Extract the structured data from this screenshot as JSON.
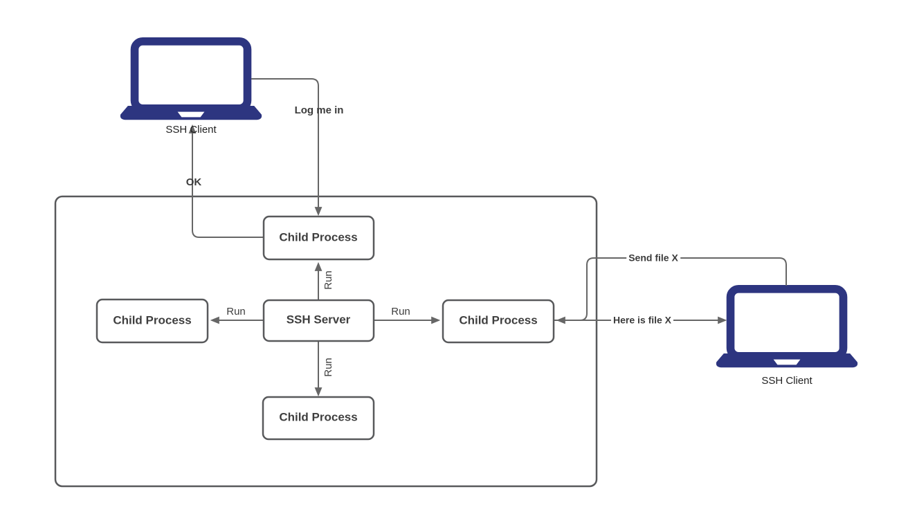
{
  "diagram": {
    "colors": {
      "laptop_navy": "#2d3580",
      "connector_gray": "#666666",
      "box_border_gray": "#58595b",
      "box_text": "#3f3f3f"
    },
    "nodes": {
      "client_left": {
        "label": "SSH Client",
        "type": "laptop"
      },
      "client_right": {
        "label": "SSH Client",
        "type": "laptop"
      },
      "child_top": {
        "label": "Child Process",
        "type": "process-box"
      },
      "child_left": {
        "label": "Child Process",
        "type": "process-box"
      },
      "child_right": {
        "label": "Child Process",
        "type": "process-box"
      },
      "child_bottom": {
        "label": "Child Process",
        "type": "process-box"
      },
      "server": {
        "label": "SSH Server",
        "type": "process-box"
      }
    },
    "edges": {
      "log_me_in": {
        "label": "Log me in",
        "from": "client_left",
        "to": "child_top"
      },
      "ok": {
        "label": "OK",
        "from": "child_top",
        "to": "client_left"
      },
      "run_top": {
        "label": "Run",
        "from": "server",
        "to": "child_top"
      },
      "run_left": {
        "label": "Run",
        "from": "server",
        "to": "child_left"
      },
      "run_right": {
        "label": "Run",
        "from": "server",
        "to": "child_right"
      },
      "run_bottom": {
        "label": "Run",
        "from": "server",
        "to": "child_bottom"
      },
      "send_file": {
        "label": "Send file X",
        "from": "client_right",
        "to": "child_right"
      },
      "here_is_file": {
        "label": "Here is file X",
        "from": "child_right",
        "to": "client_right"
      }
    }
  }
}
